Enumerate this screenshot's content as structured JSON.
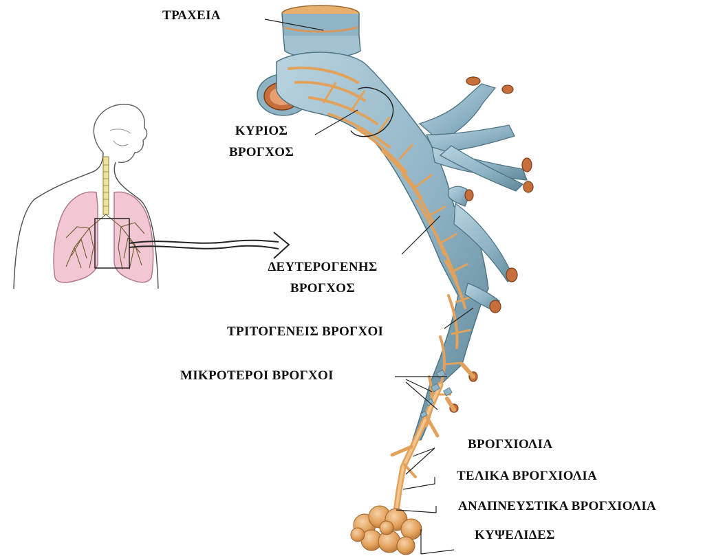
{
  "labels": {
    "trachea": "ΤΡΑΧΕΙΑ",
    "main_bronchus_line1": "ΚΥΡΙΟΣ",
    "main_bronchus_line2": "ΒΡΟΓΧΟΣ",
    "secondary_bronchus_line1": "ΔΕΥΤΕΡΟΓΕΝΗΣ",
    "secondary_bronchus_line2": "ΒΡΟΓΧΟΣ",
    "tertiary_bronchi": "ΤΡΙΤΟΓΕΝΕΙΣ ΒΡΟΓΧΟΙ",
    "smaller_bronchi": "ΜΙΚΡΟΤΕΡΟΙ ΒΡΟΓΧΟΙ",
    "bronchioles": "ΒΡΟΓΧΙΟΛΙΑ",
    "terminal_bronchioles": "ΤΕΛΙΚΑ ΒΡΟΓΧΙΟΛΙΑ",
    "respiratory_bronchioles": "ΑΝΑΠΝΕΥΣΤΙΚΑ ΒΡΟΓΧΙΟΛΙΑ",
    "alveoli": "ΚΥΨΕΛΙΔΕΣ"
  },
  "colors": {
    "cartilage": "#8fb4c6",
    "cartilage_dark": "#5f8798",
    "tissue": "#e3a25c",
    "tissue_light": "#f2c58e",
    "lung_pink": "#f2c6d2",
    "lung_outline": "#b07a8a",
    "airway_yellow": "#ebe39a",
    "text": "#111111"
  }
}
